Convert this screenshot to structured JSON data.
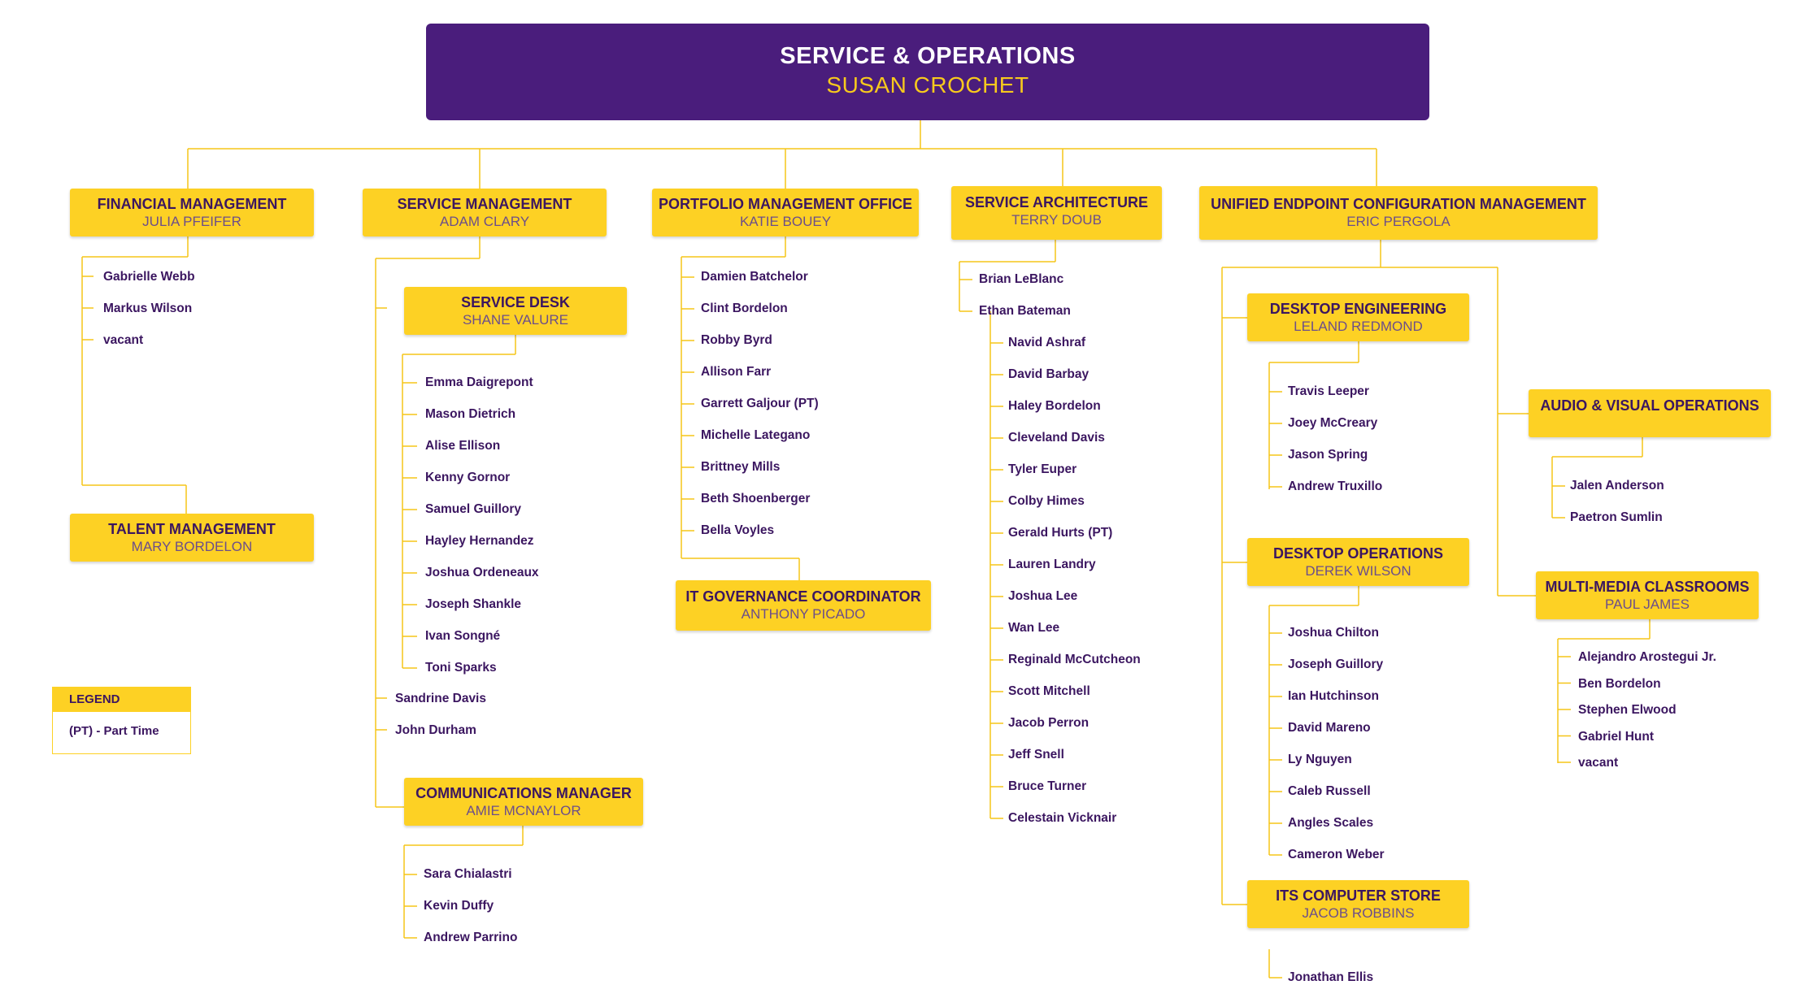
{
  "root": {
    "title": "SERVICE & OPERATIONS",
    "name": "SUSAN CROCHET"
  },
  "financial": {
    "title": "FINANCIAL MANAGEMENT",
    "name": "JULIA PFEIFER",
    "staff": [
      "Gabrielle Webb",
      "Markus Wilson",
      "vacant"
    ]
  },
  "talent": {
    "title": "TALENT MANAGEMENT",
    "name": "MARY BORDELON"
  },
  "service_mgmt": {
    "title": "SERVICE MANAGEMENT",
    "name": "ADAM CLARY",
    "staff": [
      "Sandrine Davis",
      "John Durham"
    ]
  },
  "service_desk": {
    "title": "SERVICE DESK",
    "name": "SHANE VALURE",
    "staff": [
      "Emma Daigrepont",
      "Mason Dietrich",
      "Alise Ellison",
      "Kenny Gornor",
      "Samuel Guillory",
      "Hayley Hernandez",
      "Joshua Ordeneaux",
      "Joseph Shankle",
      "Ivan Songné",
      "Toni Sparks"
    ]
  },
  "communications": {
    "title": "COMMUNICATIONS MANAGER",
    "name": "AMIE MCNAYLOR",
    "staff": [
      "Sara Chialastri",
      "Kevin Duffy",
      "Andrew Parrino"
    ]
  },
  "portfolio": {
    "title": "PORTFOLIO MANAGEMENT OFFICE",
    "name": "KATIE BOUEY",
    "staff": [
      "Damien Batchelor",
      "Clint Bordelon",
      "Robby Byrd",
      "Allison Farr",
      "Garrett Galjour (PT)",
      "Michelle Lategano",
      "Brittney Mills",
      "Beth Shoenberger",
      "Bella Voyles"
    ]
  },
  "it_governance": {
    "title": "IT GOVERNANCE COORDINATOR",
    "name": "ANTHONY PICADO"
  },
  "architecture": {
    "title": "SERVICE ARCHITECTURE",
    "name": "TERRY DOUB",
    "staff": [
      "Brian LeBlanc",
      "Ethan Bateman"
    ]
  },
  "ethan_team": {
    "staff": [
      "Navid Ashraf",
      "David Barbay",
      "Haley Bordelon",
      "Cleveland Davis",
      "Tyler Euper",
      "Colby Himes",
      "Gerald Hurts (PT)",
      "Lauren Landry",
      "Joshua Lee",
      "Wan Lee",
      "Reginald McCutcheon",
      "Scott Mitchell",
      "Jacob Perron",
      "Jeff Snell",
      "Bruce Turner",
      "Celestain Vicknair"
    ]
  },
  "uecm": {
    "title": "UNIFIED ENDPOINT CONFIGURATION MANAGEMENT",
    "name": "ERIC PERGOLA"
  },
  "desktop_eng": {
    "title": "DESKTOP ENGINEERING",
    "name": "LELAND REDMOND",
    "staff": [
      "Travis Leeper",
      "Joey McCreary",
      "Jason Spring",
      "Andrew Truxillo"
    ]
  },
  "desktop_ops": {
    "title": "DESKTOP OPERATIONS",
    "name": "DEREK WILSON",
    "staff": [
      "Joshua Chilton",
      "Joseph Guillory",
      "Ian Hutchinson",
      "David Mareno",
      "Ly Nguyen",
      "Caleb Russell",
      "Angles Scales",
      "Cameron Weber"
    ]
  },
  "computer_store": {
    "title": "ITS COMPUTER STORE",
    "name": "JACOB ROBBINS",
    "staff": [
      "Jonathan Ellis"
    ]
  },
  "audio_visual": {
    "title": "AUDIO & VISUAL OPERATIONS",
    "staff": [
      "Jalen Anderson",
      "Paetron Sumlin"
    ]
  },
  "multimedia": {
    "title": "MULTI-MEDIA CLASSROOMS",
    "name": "PAUL JAMES",
    "staff": [
      "Alejandro Arostegui Jr.",
      "Ben Bordelon",
      "Stephen Elwood",
      "Gabriel Hunt",
      "vacant"
    ]
  },
  "legend": {
    "title": "LEGEND",
    "entry": "(PT) - Part Time"
  },
  "colors": {
    "root_bg": "#4a1d7c",
    "box_bg": "#fdd124",
    "connector": "#f5c518",
    "text": "#3b1660"
  }
}
